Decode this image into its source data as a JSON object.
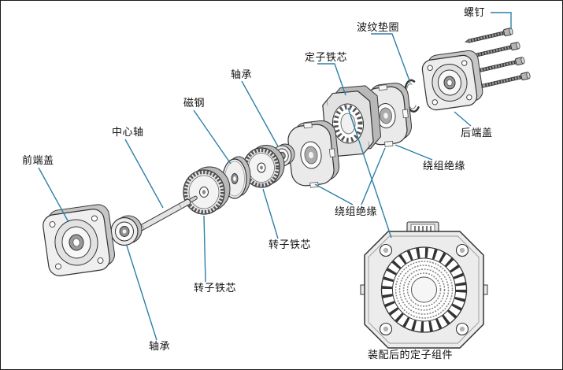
{
  "labels": {
    "screw": "螺钉",
    "wave_washer": "波纹垫圈",
    "stator_core": "定子铁芯",
    "bearing_top": "轴承",
    "magnet": "磁钢",
    "center_shaft": "中心轴",
    "front_cover": "前端盖",
    "rear_cover": "后端盖",
    "winding_insulation_right": "绕组绝缘",
    "winding_insulation_center": "绕组绝缘",
    "rotor_core_right": "转子铁芯",
    "rotor_core_left": "转子铁芯",
    "bearing_bottom": "轴承",
    "assembled_stator": "装配后的定子组件"
  },
  "colors": {
    "leader_line": "#2e7fa8",
    "outline": "#333333",
    "background": "#ffffff"
  }
}
